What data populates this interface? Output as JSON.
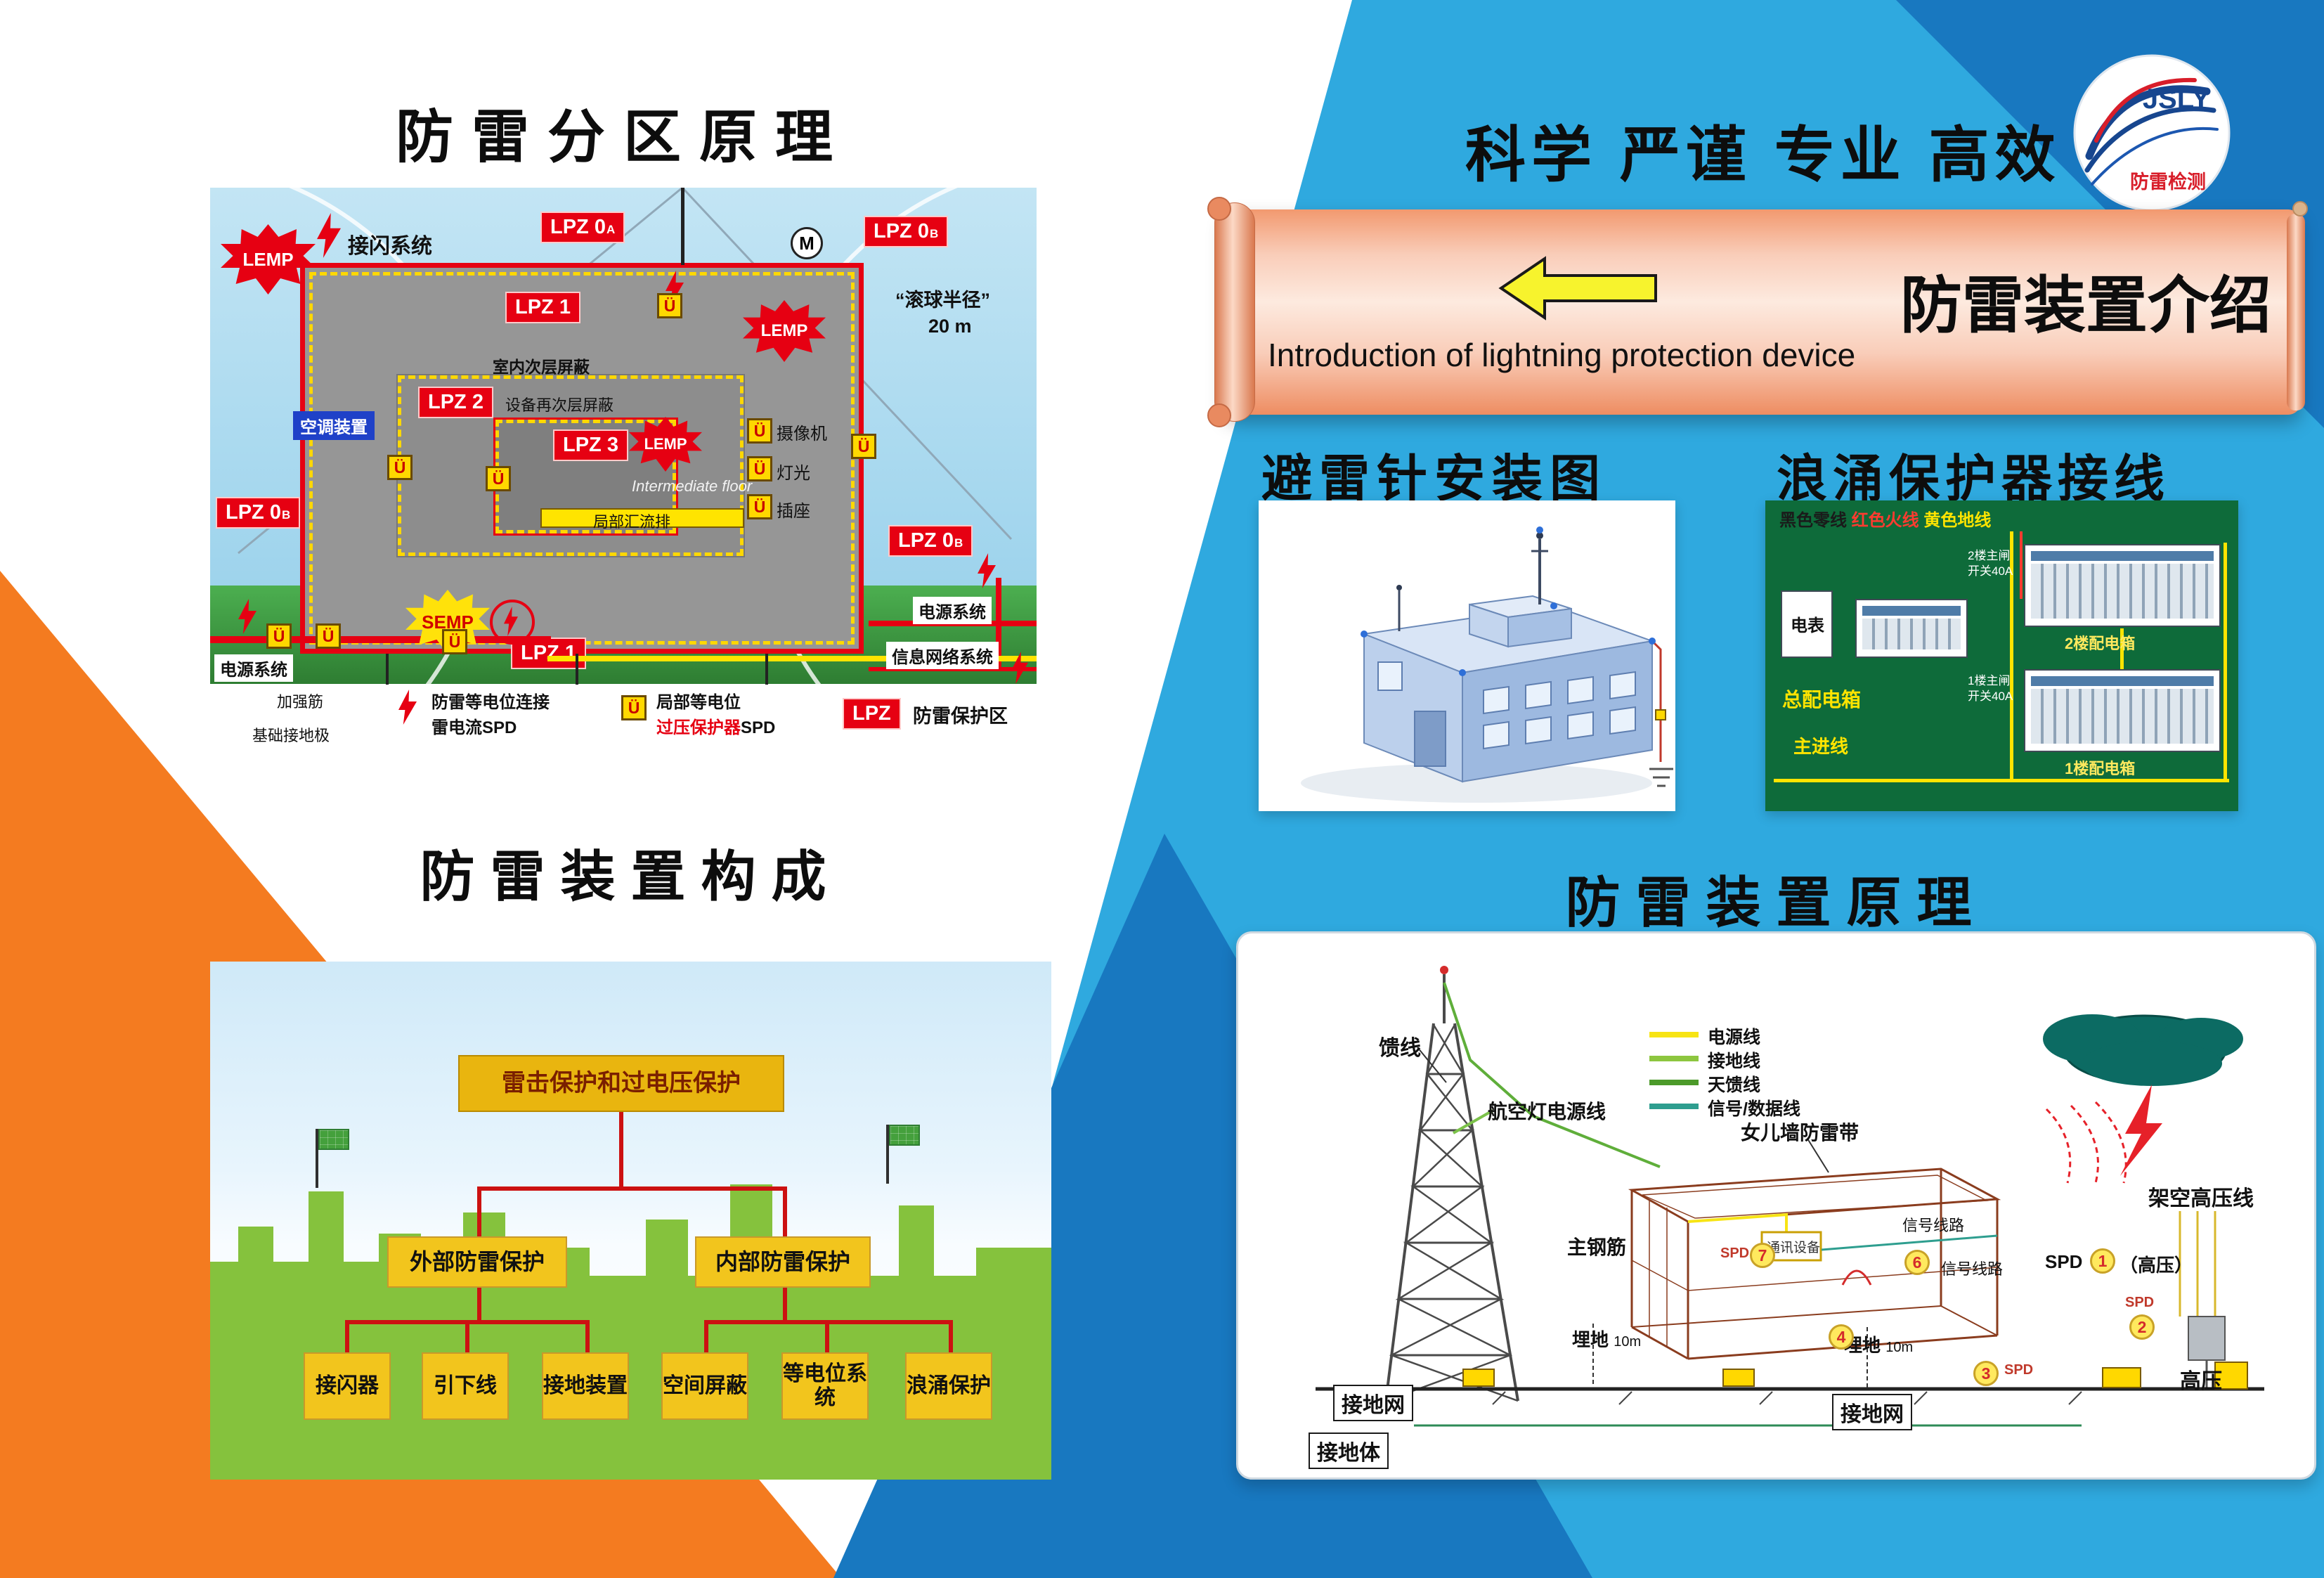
{
  "header": {
    "slogan": "科学 严谨 专业 高效",
    "logo": {
      "text": "JSLY",
      "subtext": "防雷检测"
    }
  },
  "banner": {
    "title": "防雷装置介绍",
    "subtitle": "Introduction of lightning protection device"
  },
  "lpz": {
    "title": "防雷分区原理",
    "labels": {
      "lemp": "LEMP",
      "semp": "SEMP",
      "u": "Ü",
      "m": "M",
      "lpz0": "LPZ 0",
      "sub_a": "A",
      "sub_b": "B",
      "lpz1": "LPZ 1",
      "lpz2": "LPZ 2",
      "lpz3": "LPZ 3",
      "air_terminal": "接闪系统",
      "rolling_radius": "“滚球半径”",
      "rolling_value": "20 m",
      "aircon": "空调装置",
      "inner_shield": "室内次层屏蔽",
      "equip_shield": "设备再次层屏蔽",
      "camera": "摄像机",
      "light": "灯光",
      "socket": "插座",
      "floor": "Intermediate floor",
      "busbar": "局部汇流排",
      "power": "电源系统",
      "info_net": "信息网络系统",
      "rebar": "加强筋",
      "foundation": "基础接地极",
      "legend1_line1": "防雷等电位连接",
      "legend1_line2": "雷电流SPD",
      "legend2_line1": "局部等电位",
      "legend2_red": "过压保护器",
      "legend2_spd": "SPD",
      "legend3_badge": "LPZ",
      "legend3_text": "防雷保护区"
    }
  },
  "rod": {
    "title": "避雷针安装图"
  },
  "surge": {
    "title": "浪涌保护器接线",
    "labels": {
      "wire_black": "黑色零线",
      "wire_red": "红色火线",
      "wire_yellow": "黄色地线",
      "meter": "电表",
      "main_box": "总配电箱",
      "main_line": "主进线",
      "sw2_line1": "2楼主闸",
      "sw2_line2": "开关40A",
      "sw1_line1": "1楼主闸",
      "sw1_line2": "开关40A",
      "floor2": "2楼配电箱",
      "floor1": "1楼配电箱"
    }
  },
  "composition": {
    "title": "防雷装置构成",
    "flowchart": {
      "root": "雷击保护和过电压保护",
      "external": "外部防雷保护",
      "internal": "内部防雷保护",
      "leaves": [
        "接闪器",
        "引下线",
        "接地装置",
        "空间屏蔽",
        "等电位系统",
        "浪涌保护"
      ]
    }
  },
  "principle": {
    "title": "防雷装置原理",
    "labels": {
      "feeder": "馈线",
      "aviation": "航空灯电源线",
      "parapet": "女儿墙防雷带",
      "rebar": "主钢筋",
      "telecom": "通讯设备",
      "signal": "信号线路",
      "buried": "埋地",
      "depth": "10m",
      "overhead": "架空高压线",
      "spd": "SPD",
      "hv_paren": "（高压）",
      "hv": "高压",
      "ground_net": "接地网",
      "ground_body": "接地体",
      "n1": "1",
      "n2": "2",
      "n3": "3",
      "n4": "4",
      "n6": "6",
      "n7": "7"
    },
    "legend": [
      {
        "label": "电源线",
        "color": "#f7e414"
      },
      {
        "label": "接地线",
        "color": "#8dc63f"
      },
      {
        "label": "天馈线",
        "color": "#4c9a2a"
      },
      {
        "label": "信号/数据线",
        "color": "#2e9e8f"
      }
    ]
  }
}
